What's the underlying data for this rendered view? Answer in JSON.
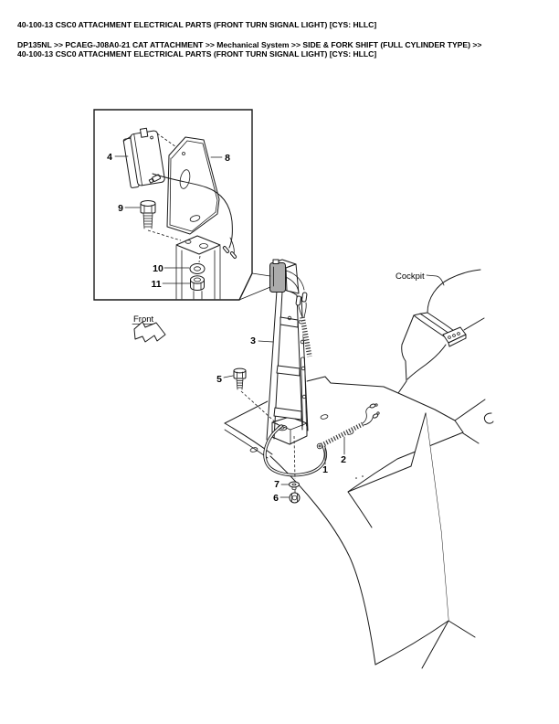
{
  "header": {
    "title": "40-100-13 CSC0 ATTACHMENT ELECTRICAL PARTS (FRONT TURN SIGNAL LIGHT) [CYS: HLLC]",
    "breadcrumb": {
      "line1": "DP135NL >> PCAEG-J08A0-21 CAT ATTACHMENT >> Mechanical System >> SIDE & FORK SHIFT (FULL CYLINDER TYPE) >>",
      "line2": "40-100-13 CSC0 ATTACHMENT ELECTRICAL PARTS (FRONT TURN SIGNAL LIGHT) [CYS: HLLC]"
    }
  },
  "diagram": {
    "annotations": {
      "front": "Front",
      "cockpit": "Cockpit"
    },
    "parts": {
      "p1": "1",
      "p2": "2",
      "p3": "3",
      "p4": "4",
      "p5": "5",
      "p6": "6",
      "p7": "7",
      "p8": "8",
      "p9": "9",
      "p10": "10",
      "p11": "11"
    },
    "colors": {
      "line": "#1a1a1a",
      "light_fill": "#ababab",
      "background": "#ffffff"
    }
  }
}
